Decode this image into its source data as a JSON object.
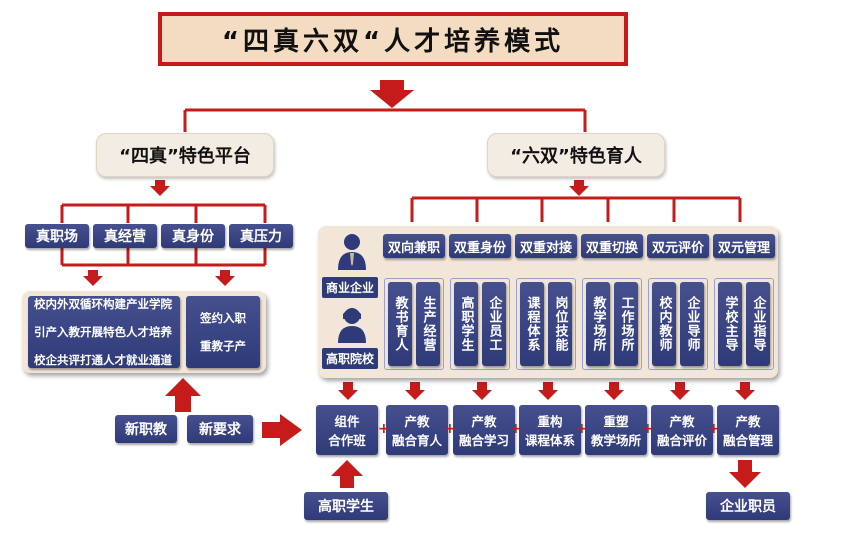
{
  "title": "“四真六双“人才培养模式",
  "left_header": "“四真”特色平台",
  "right_header": "“六双”特色育人",
  "four_real": [
    "真职场",
    "真经营",
    "真身份",
    "真压力"
  ],
  "left_list": [
    "校内外双循环构建产业学院",
    "引产入教开展特色人才培养",
    "校企共评打通人才就业通道"
  ],
  "left_side": [
    "签约入职",
    "重教子产"
  ],
  "new_items": [
    "新职教",
    "新要求"
  ],
  "six_double": [
    "双向兼职",
    "双重身份",
    "双重对接",
    "双重切换",
    "双元评价",
    "双元管理"
  ],
  "roles": [
    "商业企业",
    "高职院校"
  ],
  "pairs": [
    [
      "教书育人",
      "生产经营"
    ],
    [
      "高职学生",
      "企业员工"
    ],
    [
      "课程体系",
      "岗位技能"
    ],
    [
      "教学场所",
      "工作场所"
    ],
    [
      "校内教师",
      "企业导师"
    ],
    [
      "学校主导",
      "企业指导"
    ]
  ],
  "bottom_row": [
    [
      "组件",
      "合作班"
    ],
    [
      "产教",
      "融合育人"
    ],
    [
      "产教",
      "融合学习"
    ],
    [
      "重构",
      "课程体系"
    ],
    [
      "重塑",
      "教学场所"
    ],
    [
      "产教",
      "融合评价"
    ],
    [
      "产教",
      "融合管理"
    ]
  ],
  "student": "高职学生",
  "employee": "企业职员",
  "colors": {
    "red": "#c61b1b",
    "navy": "#2f3a78",
    "beige": "#f1e6d8"
  }
}
